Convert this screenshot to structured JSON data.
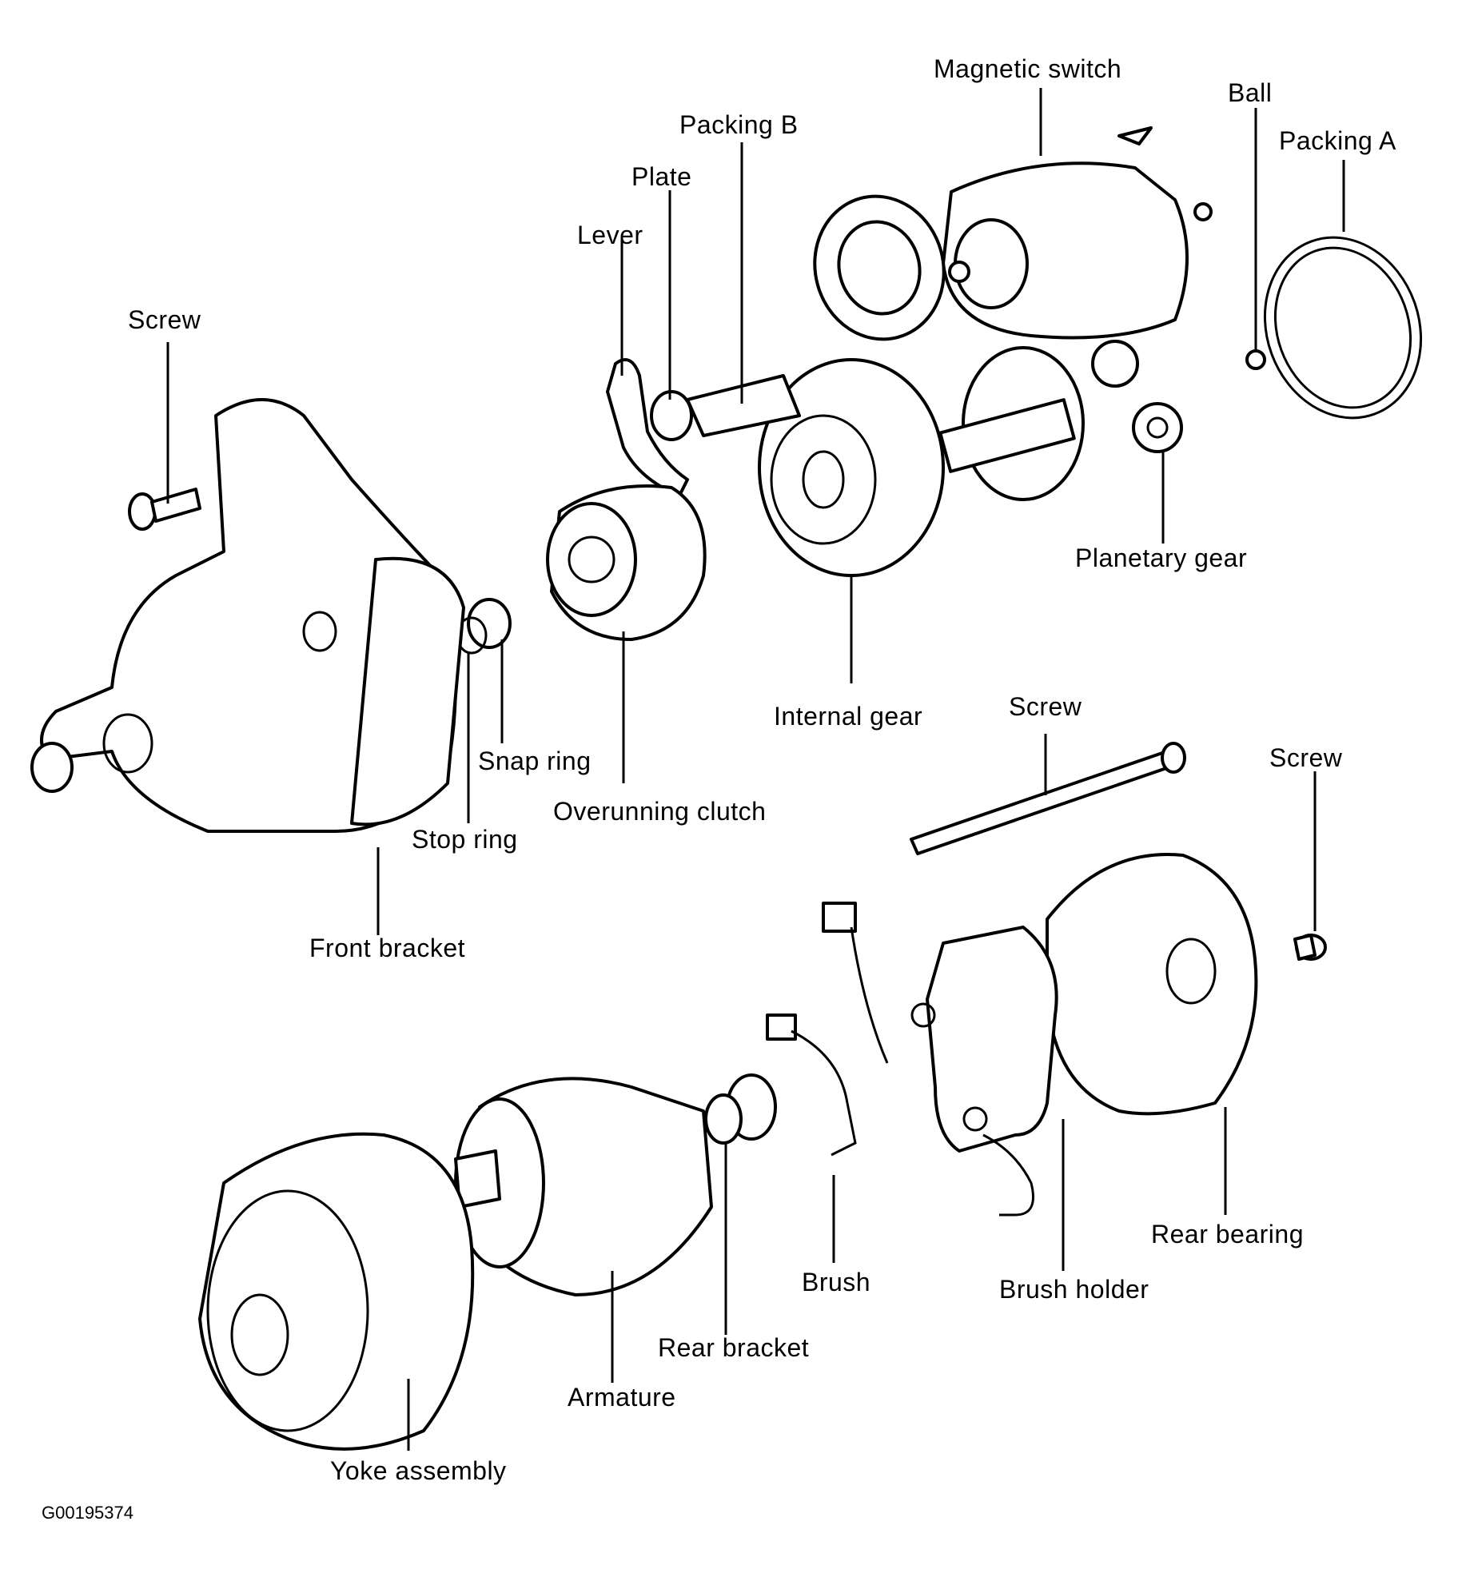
{
  "figure_id": "G00195374",
  "labels": {
    "magnetic_switch": "Magnetic switch",
    "ball": "Ball",
    "packing_a": "Packing A",
    "packing_b": "Packing B",
    "plate": "Plate",
    "lever": "Lever",
    "screw_top": "Screw",
    "planetary_gear": "Planetary gear",
    "snap_ring": "Snap ring",
    "overrunning_clutch": "Overunning clutch",
    "internal_gear": "Internal gear",
    "screw_long": "Screw",
    "screw_right": "Screw",
    "stop_ring": "Stop ring",
    "front_bracket": "Front bracket",
    "rear_bearing": "Rear bearing",
    "brush": "Brush",
    "brush_holder": "Brush holder",
    "rear_bracket": "Rear bracket",
    "armature": "Armature",
    "yoke_assembly": "Yoke assembly"
  }
}
